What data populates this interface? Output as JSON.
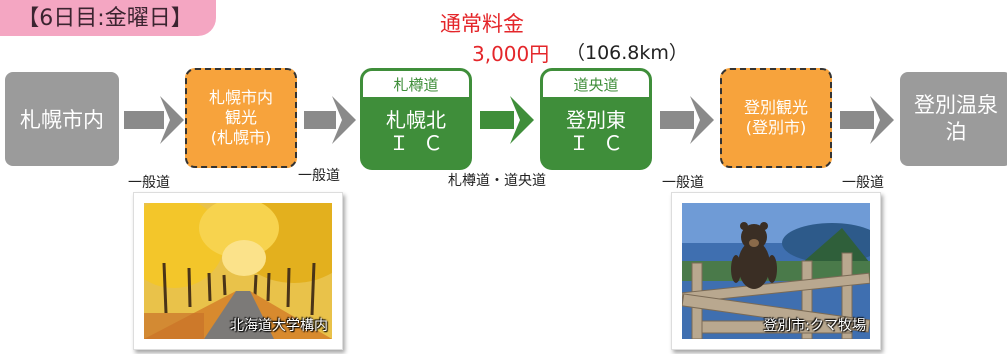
{
  "header": {
    "day_label": "【6日目:金曜日】"
  },
  "fee": {
    "label": "通常料金",
    "amount": "3,000円",
    "distance": "（106.8km）"
  },
  "nodes": {
    "start": "札幌市内",
    "sight1": {
      "line1": "札幌市内",
      "line2": "観光",
      "line3": "(札幌市)"
    },
    "ic1": {
      "road": "札樽道",
      "name": "札幌北",
      "suffix": "ＩＣ"
    },
    "ic2": {
      "road": "道央道",
      "name": "登別東",
      "suffix": "ＩＣ"
    },
    "sight2": {
      "line1": "登別観光",
      "line2": "(登別市)"
    },
    "end": {
      "line1": "登別温泉",
      "line2": "泊"
    }
  },
  "roads": {
    "seg1": "一般道",
    "seg2": "一般道",
    "seg3": "札樽道・道央道",
    "seg4": "一般道",
    "seg5": "一般道"
  },
  "photos": [
    {
      "caption": "北海道大学構内",
      "icon": "ginkgo-avenue"
    },
    {
      "caption": "登別市:クマ牧場",
      "icon": "bear-park"
    }
  ],
  "colors": {
    "gray": "#9b9b9b",
    "orange": "#f7a33c",
    "green": "#3f8e3a",
    "fee": "#e4262a",
    "badge": "#f4a6c2"
  }
}
